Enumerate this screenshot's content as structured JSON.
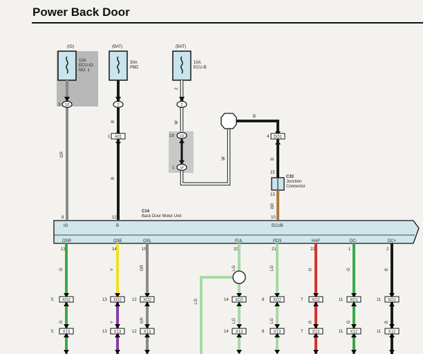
{
  "title": "Power Back Door",
  "colors": {
    "GR": "#8a8a8a",
    "B": "#1a1a1a",
    "W": "#ffffff",
    "BR": "#b07a3a",
    "G": "#3aa84a",
    "Y": "#f0e020",
    "V": "#8a3aa8",
    "LG": "#a8d8a8",
    "R": "#d83030",
    "fill_ecu": "#cfe6ea",
    "fill_gray": "#b8b8b8",
    "fill_fuse": "#c8e4ec"
  },
  "fuses": [
    {
      "supply": "(IG)",
      "amp": "10A",
      "name1": "ECU-IG",
      "name2": "NO. 1",
      "pin_side": "3",
      "pin_circle": "10"
    },
    {
      "supply": "(BAT)",
      "amp": "30A",
      "name1": "PBD",
      "name2": "",
      "pin_side": "",
      "pin_circle": "2"
    },
    {
      "supply": "(BAT)",
      "amp": "10A",
      "name1": "ECU-B",
      "name2": "",
      "pin_side": "2",
      "pin_circle": "2"
    }
  ],
  "connectors": {
    "pbd_a": {
      "pin": "1",
      "label": "A01"
    },
    "ecub_do": {
      "pin": "4",
      "label": "DO1"
    },
    "j_top": {
      "pin": "19",
      "label": "1D"
    },
    "j_bot": {
      "pin": "1",
      "label": "1F"
    }
  },
  "wire_labels": {
    "gr": "GR",
    "b1": "B",
    "b2": "B",
    "w1": "W",
    "w2": "W",
    "b_top": "B",
    "b_right": "B",
    "br": "BR"
  },
  "junction": {
    "pin_top": "15",
    "pin_bot": "13",
    "id": "C33",
    "name1": "Junction",
    "name2": "Connector"
  },
  "ecu": {
    "id": "C14",
    "name": "Back Door Motor Unit",
    "top_pins": [
      {
        "pin": "8",
        "label": "IG"
      },
      {
        "pin": "12",
        "label": "B"
      },
      {
        "pin": "10",
        "label": "ECUB"
      }
    ],
    "bottom_pins": [
      {
        "label": "OSR",
        "pin": "13",
        "color": "G",
        "wire": "G",
        "c1_pin": "5",
        "c1": "XO2",
        "c2_pin": "5",
        "c2": "X13"
      },
      {
        "label": "OSE",
        "pin": "14",
        "color": "Y",
        "wire": "Y",
        "c1_pin": "13",
        "c1": "XO2",
        "c2_pin": "13",
        "c2": "X13"
      },
      {
        "label": "OSL",
        "pin": "15",
        "color": "GR",
        "wire": "GR",
        "c1_pin": "12",
        "c1": "XO2",
        "c2_pin": "12",
        "c2": "X13"
      },
      {
        "label": "FUL",
        "pin": "20",
        "color": "LG",
        "wire": "LG",
        "c1_pin": "14",
        "c1": "XO2",
        "c2_pin": "14",
        "c2": "X13"
      },
      {
        "label": "PDS",
        "pin": "21",
        "color": "LG",
        "wire": "LG",
        "c1_pin": "6",
        "c1": "XO2",
        "c2_pin": "6",
        "c2": "X13"
      },
      {
        "label": "HAF",
        "pin": "22",
        "color": "R",
        "wire": "R",
        "c1_pin": "7",
        "c1": "XO2",
        "c2_pin": "7",
        "c2": "X13"
      },
      {
        "label": "DC-",
        "pin": "1",
        "color": "G",
        "wire": "G",
        "c1_pin": "11",
        "c1": "XO1",
        "c2_pin": "11",
        "c2": "X12"
      },
      {
        "label": "DC+",
        "pin": "2",
        "color": "B",
        "wire": "B",
        "c1_pin": "11",
        "c1": "XO1",
        "c2_pin": "11",
        "c2": "X12"
      }
    ],
    "lg_branch_label": "LG"
  }
}
